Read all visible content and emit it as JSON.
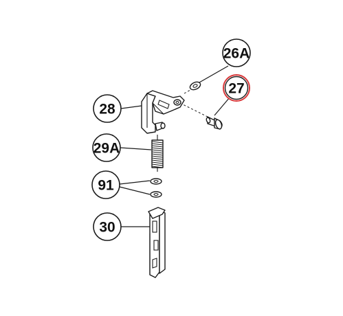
{
  "diagram": {
    "callouts": [
      {
        "id": "26a",
        "label": "26A",
        "highlighted": false
      },
      {
        "id": "27",
        "label": "27",
        "highlighted": true
      },
      {
        "id": "28",
        "label": "28",
        "highlighted": false
      },
      {
        "id": "29a",
        "label": "29A",
        "highlighted": false
      },
      {
        "id": "91",
        "label": "91",
        "highlighted": false
      },
      {
        "id": "30",
        "label": "30",
        "highlighted": false
      }
    ],
    "colors": {
      "line": "#1a1a1a",
      "highlight": "#d9383a",
      "background": "#ffffff"
    }
  }
}
